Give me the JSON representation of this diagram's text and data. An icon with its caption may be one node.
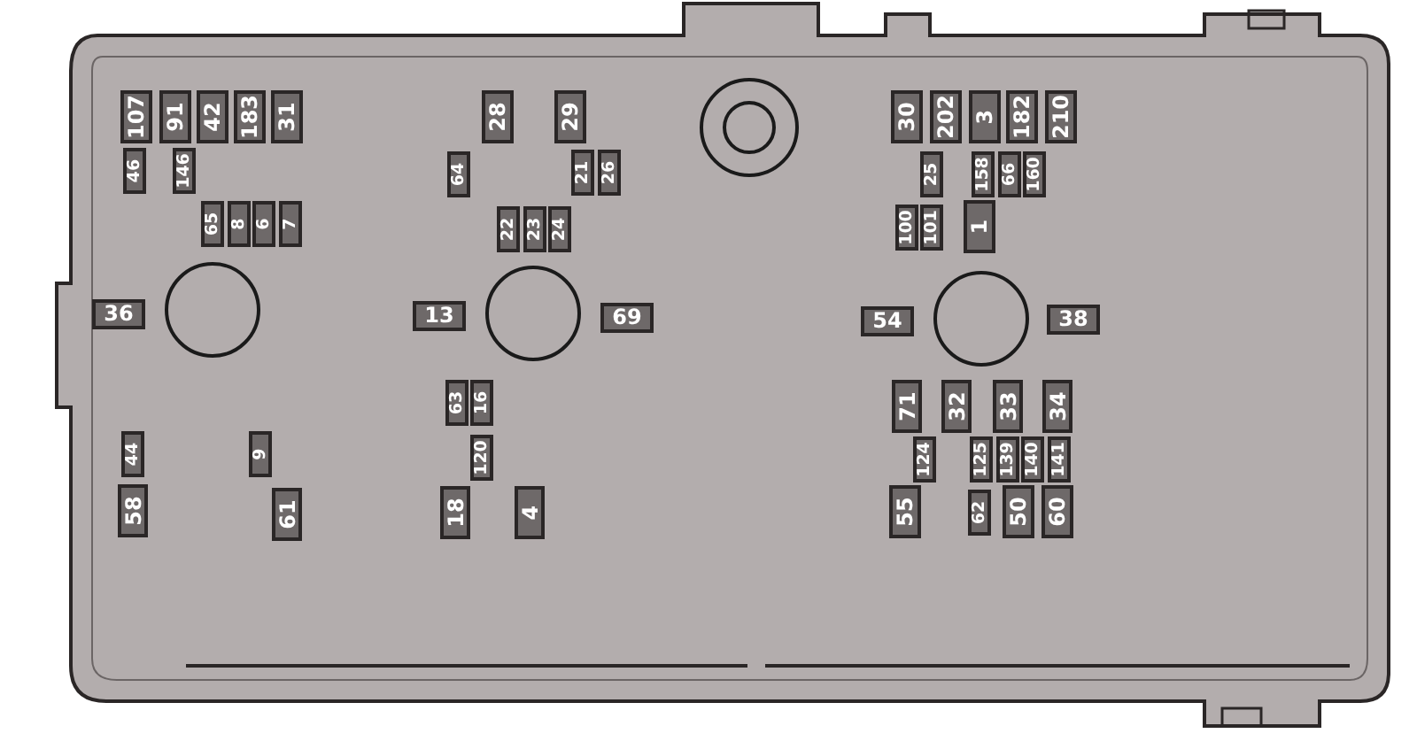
{
  "diagram": {
    "labels": [
      "107",
      "91",
      "42",
      "183",
      "31",
      "28",
      "29",
      "30",
      "202",
      "3",
      "182",
      "210",
      "46",
      "146",
      "64",
      "21",
      "26",
      "25",
      "158",
      "66",
      "160",
      "65",
      "8",
      "6",
      "7",
      "22",
      "23",
      "24",
      "100",
      "101",
      "1",
      "36",
      "13",
      "69",
      "54",
      "38",
      "63",
      "16",
      "71",
      "32",
      "33",
      "34",
      "44",
      "9",
      "120",
      "124",
      "125",
      "139",
      "140",
      "141",
      "58",
      "61",
      "18",
      "4",
      "55",
      "62",
      "50",
      "60"
    ]
  }
}
